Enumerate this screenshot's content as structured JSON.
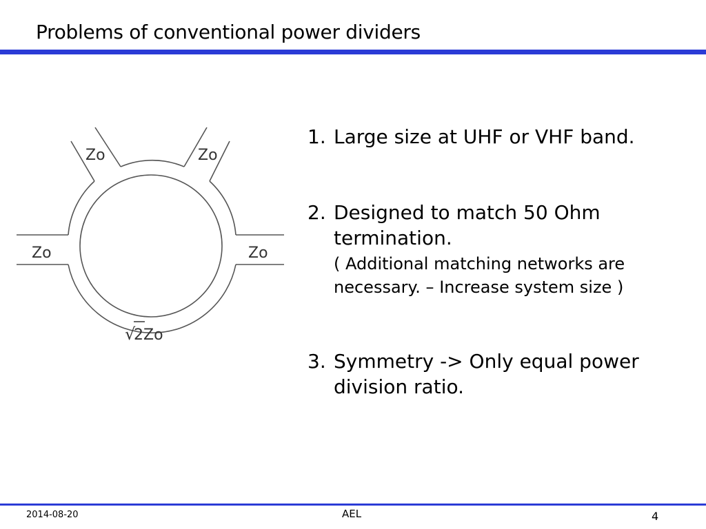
{
  "slide": {
    "title": "Problems of conventional power dividers"
  },
  "diagram": {
    "labels": {
      "top_left": "Zo",
      "top_right": "Zo",
      "left": "Zo",
      "right": "Zo",
      "bottom": "2Zo",
      "bottom_radical": "√"
    }
  },
  "points": [
    {
      "number": "1.",
      "text": "Large size at UHF or VHF band."
    },
    {
      "number": "2.",
      "text": "Designed to match 50 Ohm termination.",
      "sub": "( Additional matching networks are necessary. – Increase system size )"
    },
    {
      "number": "3.",
      "text": "Symmetry -> Only equal power division ratio."
    }
  ],
  "footer": {
    "date": "2014-08-20",
    "center": "AEL",
    "page": "4"
  }
}
